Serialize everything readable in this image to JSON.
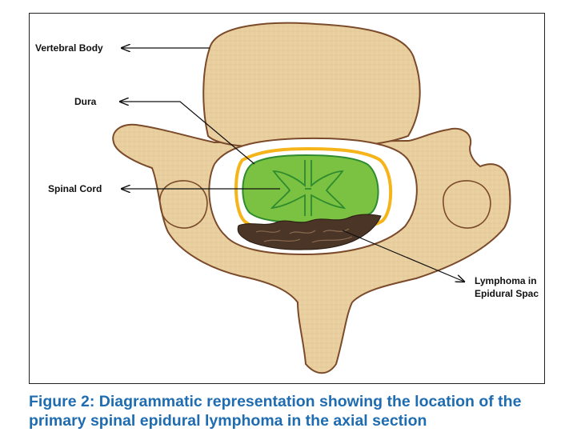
{
  "labels": {
    "vertebral_body": "Vertebral Body",
    "dura": "Dura",
    "spinal_cord": "Spinal Cord",
    "lymphoma_line1": "Lymphoma in",
    "lymphoma_line2": "Epidural Spac"
  },
  "caption": {
    "line1": "Figure 2: Diagrammatic representation showing the location of the",
    "line2": "primary spinal epidural lymphoma in the axial section"
  },
  "colors": {
    "bone_fill": "#e9cf9f",
    "bone_stroke": "#7a4a2a",
    "dura": "#f5b419",
    "cord_fill": "#7cc242",
    "cord_stroke": "#2e8b2e",
    "lymphoma": "#4a3526",
    "caption": "#1f6cb0"
  }
}
